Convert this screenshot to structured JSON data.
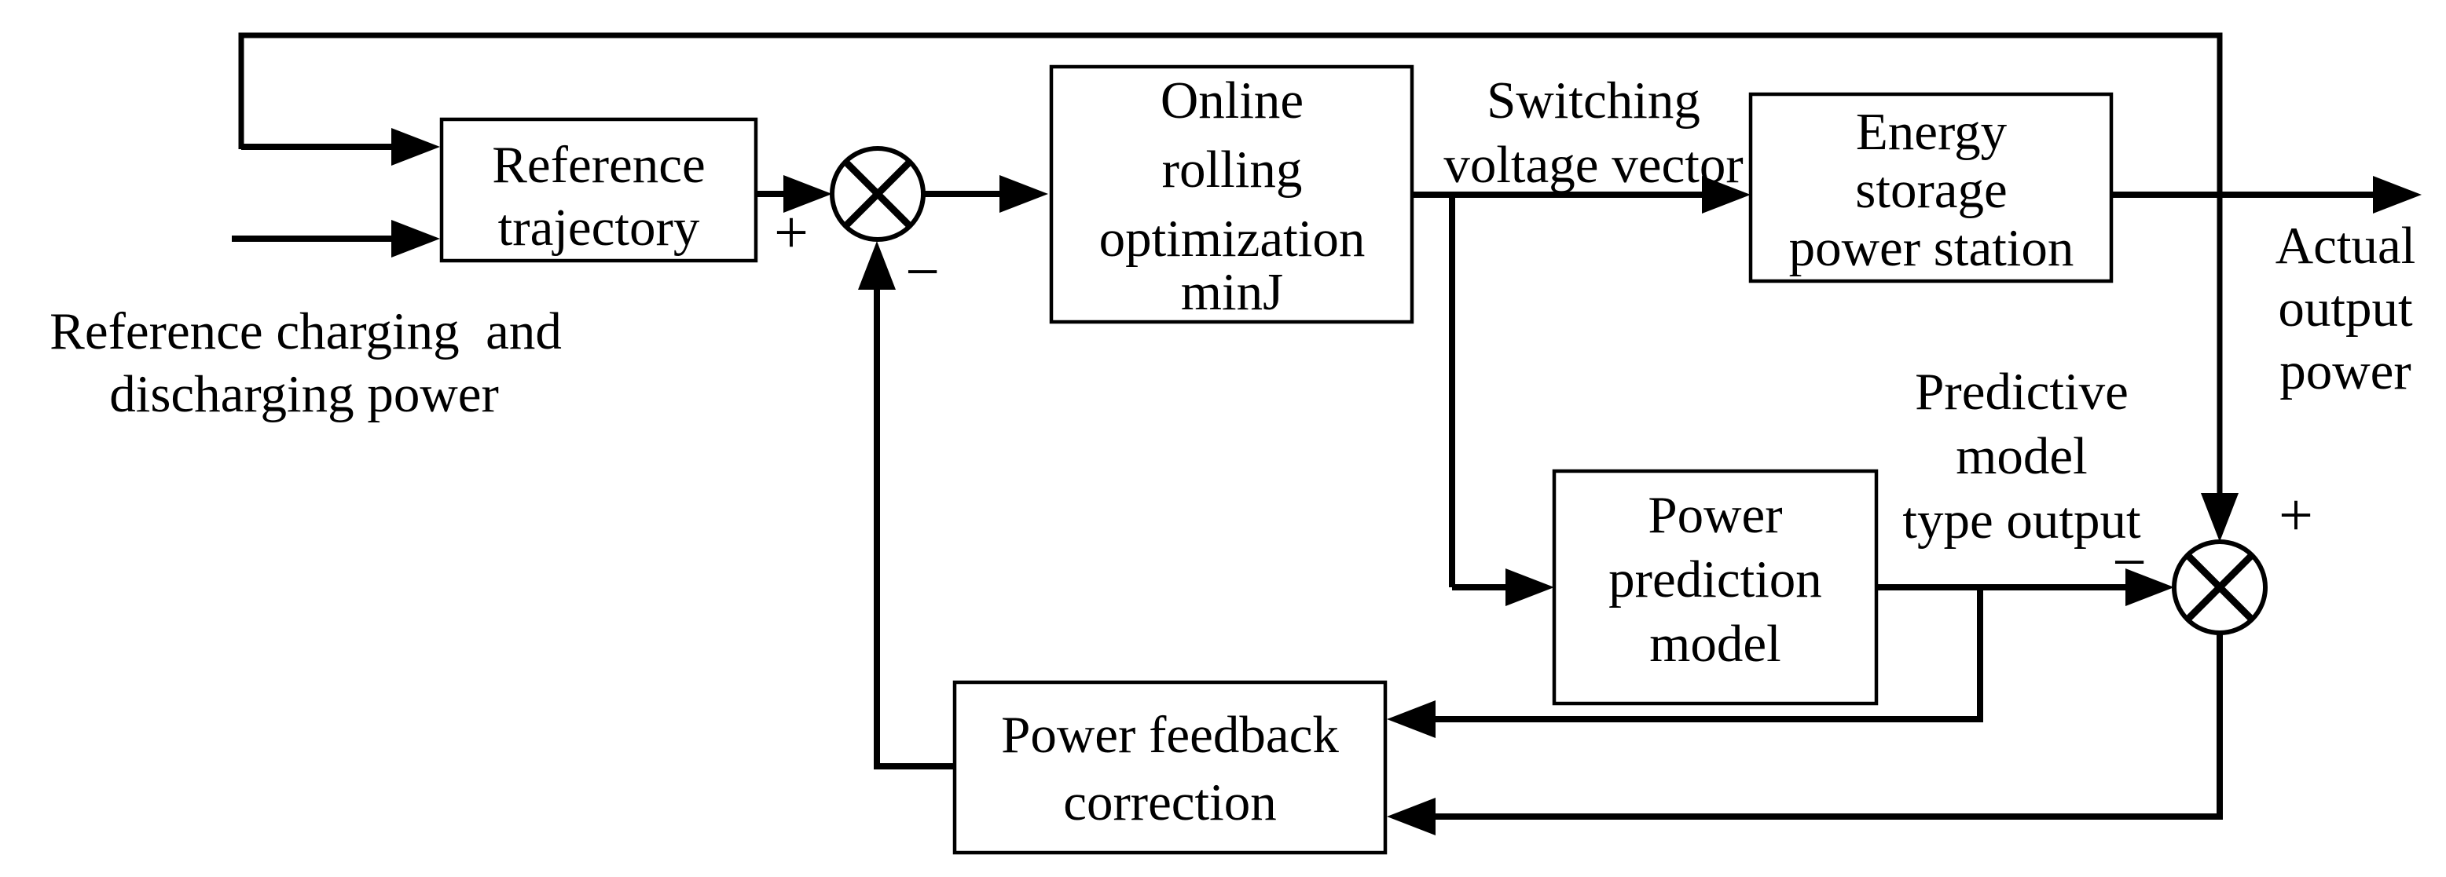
{
  "diagram": {
    "type": "control-block-diagram",
    "background": "#ffffff",
    "ink": "#000000"
  },
  "blocks": {
    "reference_trajectory": {
      "lines": [
        "Reference",
        "trajectory"
      ]
    },
    "online_rolling_optimization": {
      "lines": [
        "Online",
        "rolling",
        "optimization",
        "minJ"
      ]
    },
    "energy_storage_power_station": {
      "lines": [
        "Energy",
        "storage",
        "power station"
      ]
    },
    "power_prediction_model": {
      "lines": [
        "Power",
        "prediction",
        "model"
      ]
    },
    "power_feedback_correction": {
      "lines": [
        "Power feedback",
        "correction"
      ]
    }
  },
  "labels": {
    "reference_input": {
      "lines": [
        "Reference charging  and",
        "discharging power"
      ]
    },
    "switching_voltage_vector": {
      "lines": [
        "Switching",
        "voltage vector"
      ]
    },
    "actual_output_power": {
      "lines": [
        "Actual",
        "output",
        "power"
      ]
    },
    "predictive_model_type_output": {
      "lines": [
        "Predictive",
        "model",
        "type output"
      ]
    }
  },
  "junctions": {
    "sum1": {
      "plus": "+",
      "minus": "−"
    },
    "sum2": {
      "plus": "+",
      "minus": "−"
    }
  }
}
